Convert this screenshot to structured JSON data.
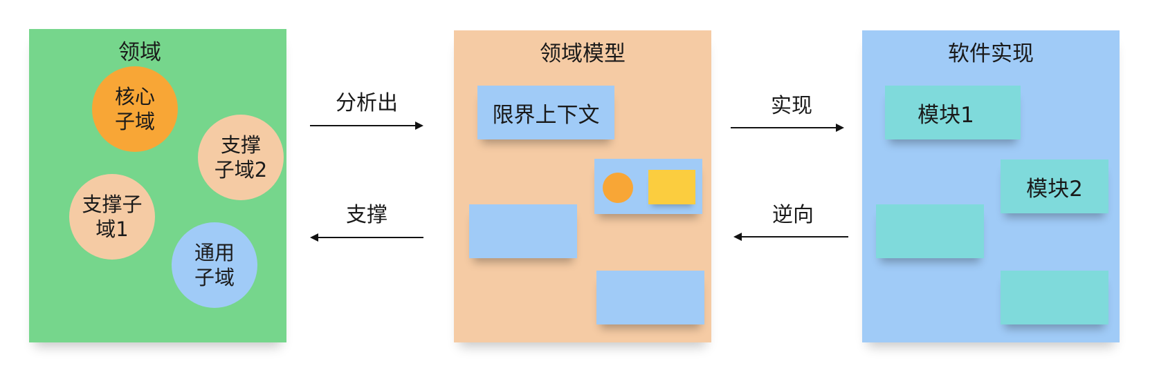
{
  "colors": {
    "domain_panel": "#76d68c",
    "model_panel": "#f5cba4",
    "software_panel": "#a0cbf7",
    "core_circle": "#f8a636",
    "support_circle": "#f5cba4",
    "generic_circle": "#a0cbf7",
    "bounded_context": "#a0cbf7",
    "module": "#7fdadb",
    "orange_dot": "#f8a636",
    "yellow_block": "#fbcd3f"
  },
  "domain": {
    "title": "领域",
    "core_subdomain": "核心\n子域",
    "support_subdomain_2": "支撑\n子域2",
    "support_subdomain_1": "支撑子\n域1",
    "generic_subdomain": "通用\n子域"
  },
  "model": {
    "title": "领域模型",
    "bounded_context": "限界上下文"
  },
  "software": {
    "title": "软件实现",
    "module_1": "模块1",
    "module_2": "模块2"
  },
  "arrows": {
    "analyze": "分析出",
    "support": "支撑",
    "implement": "实现",
    "reverse": "逆向"
  }
}
